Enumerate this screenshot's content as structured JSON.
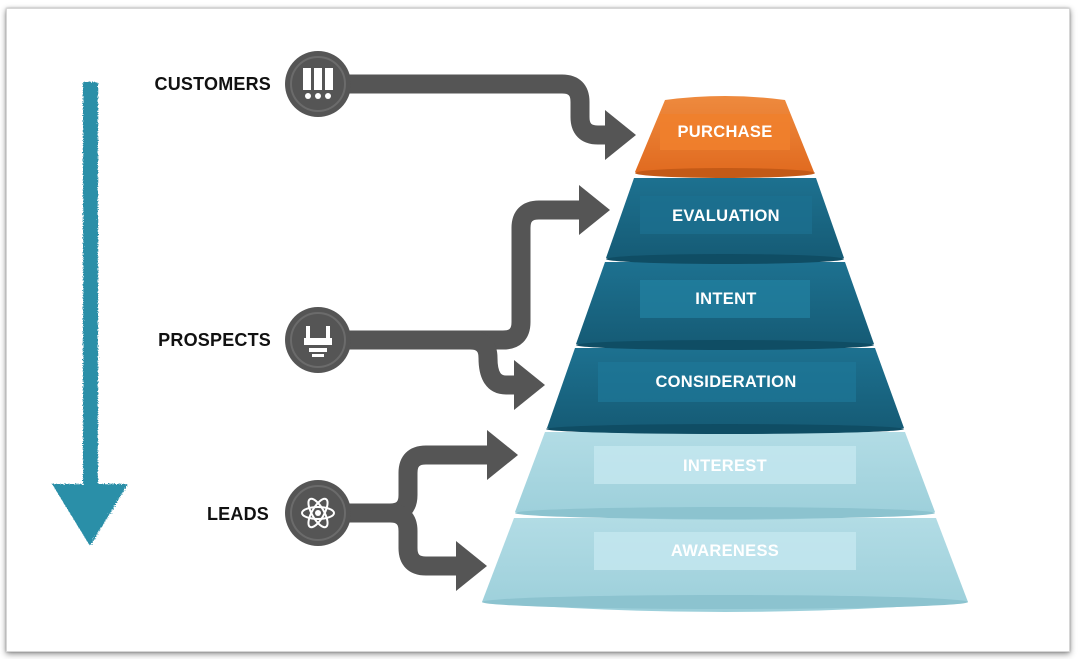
{
  "groups": {
    "customers": "CUSTOMERS",
    "prospects": "PROSPECTS",
    "leads": "LEADS"
  },
  "stages": [
    {
      "label": "PURCHASE",
      "group": "customers"
    },
    {
      "label": "EVALUATION",
      "group": "prospects"
    },
    {
      "label": "INTENT",
      "group": "prospects"
    },
    {
      "label": "CONSIDERATION",
      "group": "prospects"
    },
    {
      "label": "INTEREST",
      "group": "leads"
    },
    {
      "label": "AWARENESS",
      "group": "leads"
    }
  ],
  "icons": {
    "customers": "customers-building-icon",
    "prospects": "prospects-funnel-icon",
    "leads": "leads-atom-icon",
    "direction": "down-arrow-icon"
  },
  "colors": {
    "purchase": "#e8762b",
    "prospect_band": "#1c6a87",
    "lead_band": "#a7d5df",
    "connector": "#555555",
    "down_arrow": "#2a8fa8"
  }
}
